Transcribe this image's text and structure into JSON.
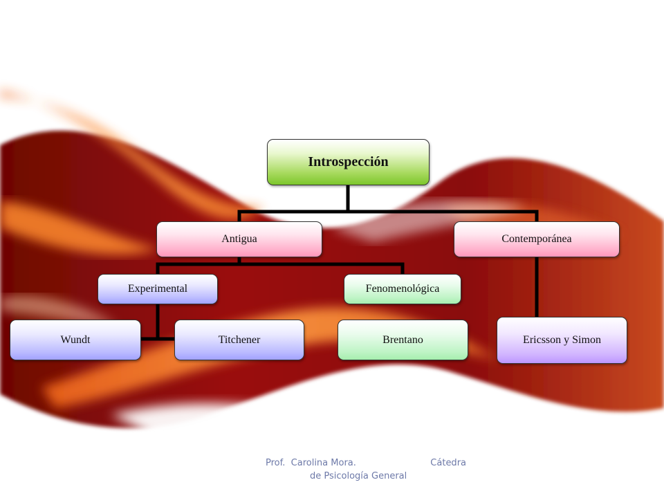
{
  "background": {
    "colors": {
      "deep_red": "#8a0a08",
      "orange": "#f0661c",
      "white": "#ffffff"
    }
  },
  "diagram": {
    "connector_color": "#000000",
    "nodes": {
      "root": {
        "label": "Introspección",
        "color": "#7cc62b"
      },
      "antigua": {
        "label": "Antigua",
        "color": "#ff95bb"
      },
      "contemporanea": {
        "label": "Contemporánea",
        "color": "#ff95bb"
      },
      "experimental": {
        "label": "Experimental",
        "color": "#a2a2ff"
      },
      "fenomenologica": {
        "label": "Fenomenológica",
        "color": "#a6eeae"
      },
      "wundt": {
        "label": "Wundt",
        "color": "#a2a2ff"
      },
      "titchener": {
        "label": "Titchener",
        "color": "#a2a2ff"
      },
      "brentano": {
        "label": "Brentano",
        "color": "#a6eeae"
      },
      "ericsson_simon": {
        "label": "Ericsson y Simon",
        "color": "#bd97ff"
      }
    }
  },
  "footer": {
    "author": "Prof.  Carolina Mora.",
    "chair_word": "Cátedra",
    "chair_rest": "de Psicología General"
  }
}
